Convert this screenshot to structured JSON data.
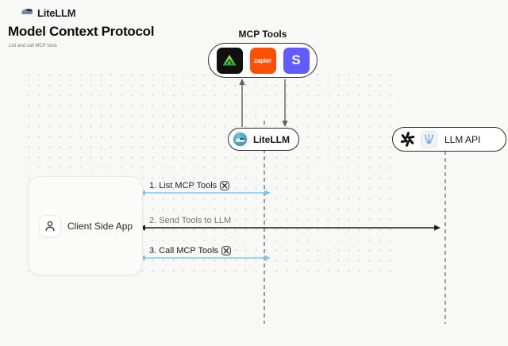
{
  "header": {
    "brand": "LiteLLM",
    "title": "Model Context Protocol",
    "subtitle": "List and call MCP tools"
  },
  "nodes": {
    "mcp_tools": {
      "label": "MCP Tools",
      "tools": [
        {
          "name": "green-triangle-tool"
        },
        {
          "name": "zapier",
          "label": "zapier"
        },
        {
          "name": "stripe",
          "label": "S"
        }
      ]
    },
    "litellm": {
      "label": "LiteLLM"
    },
    "llm_api": {
      "label": "LLM API"
    },
    "client": {
      "label": "Client Side App"
    }
  },
  "steps": [
    {
      "label": "1. List MCP Tools",
      "arrow_color": "#7fc6ee",
      "has_tool_icon": true
    },
    {
      "label": "2. Send Tools to LLM",
      "arrow_color": "#1b1b1b",
      "has_tool_icon": false
    },
    {
      "label": "3. Call MCP Tools",
      "arrow_color": "#7fc6ee",
      "has_tool_icon": true
    }
  ],
  "icons": {
    "brand_logo": "litellm-train",
    "litellm_node_logo": "litellm-train-circle",
    "llm_api_logos": [
      "openai-knot",
      "blue-feather-down"
    ],
    "client_logo": "person-outline",
    "step_tool_badge": "crossed-tools"
  },
  "colors": {
    "background": "#f8f8f6",
    "arrow_blue": "#7fc6ee",
    "arrow_black": "#1b1b1b",
    "zapier_orange": "#ff4f00",
    "stripe_purple": "#635bff",
    "tool_green": "#3fd43f",
    "lifeline_gray": "#9a9a9a"
  }
}
